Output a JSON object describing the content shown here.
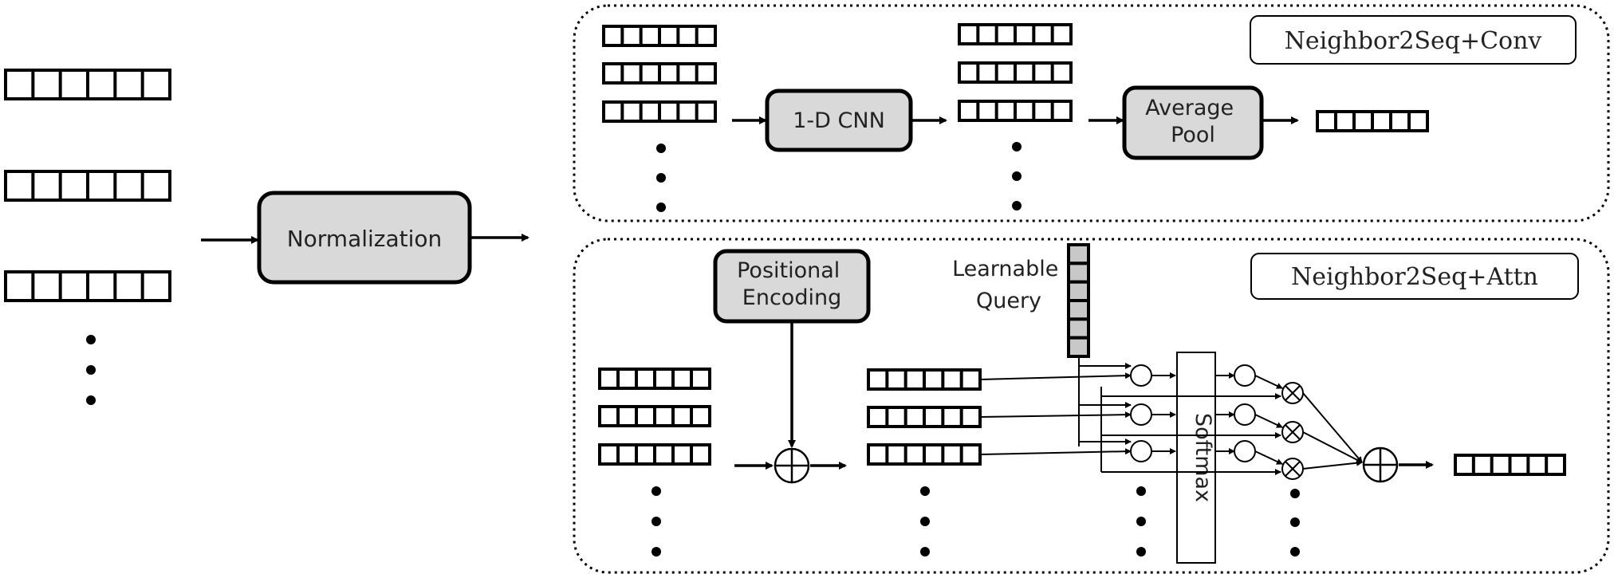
{
  "normalization": {
    "label": "Normalization"
  },
  "conv_panel": {
    "title": "Neighbor2Seq+Conv",
    "cnn_label": "1-D CNN",
    "pool_label": "Average\nPool"
  },
  "attn_panel": {
    "title": "Neighbor2Seq+Attn",
    "positional_label": "Positional\nEncoding",
    "query_label": "Learnable\nQuery",
    "softmax_label": "Softmax"
  }
}
